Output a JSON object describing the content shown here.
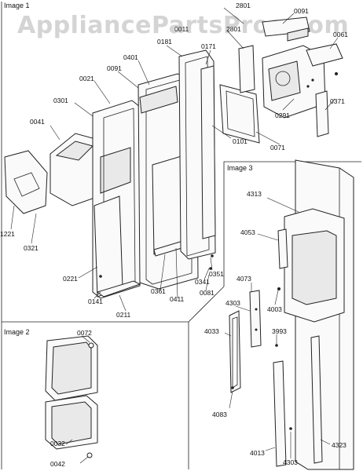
{
  "watermark": "AppliancePartsPros.com",
  "panels": {
    "image1": "Image 1",
    "image2": "Image 2",
    "image3": "Image 3"
  },
  "parts_image1": [
    "2801",
    "0091",
    "0011",
    "0061",
    "2801",
    "0181",
    "0171",
    "0401",
    "0091",
    "0021",
    "0301",
    "0041",
    "0371",
    "0291",
    "0101",
    "0071",
    "1221",
    "0321",
    "0221",
    "0141",
    "0211",
    "0361",
    "0411",
    "0351",
    "0341",
    "0081"
  ],
  "parts_image2": [
    "0072",
    "0032",
    "0042"
  ],
  "parts_image3": [
    "4313",
    "4053",
    "4073",
    "4003",
    "4303",
    "4033",
    "3993",
    "4083",
    "4013",
    "4303",
    "4323"
  ]
}
